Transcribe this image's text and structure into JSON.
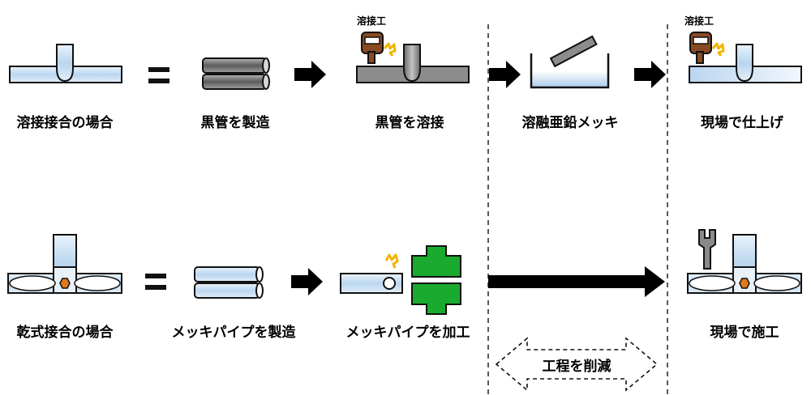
{
  "row1": {
    "labels": {
      "welded_joint": "溶接接合の場合",
      "make_black_pipe": "黒管を製造",
      "weld_black_pipe": "黒管を溶接",
      "hot_dip_galvanize": "溶融亜鉛メッキ",
      "finish_on_site": "現場で仕上げ"
    },
    "welder_tag": "溶接工"
  },
  "row2": {
    "labels": {
      "dry_joint": "乾式接合の場合",
      "make_plated_pipe": "メッキパイプを製造",
      "process_plated_pipe": "メッキパイプを加工",
      "construct_on_site": "現場で施工"
    }
  },
  "reduction_label": "工程を削減",
  "colors": {
    "pipe_light_blue": "#cfe3f5",
    "black_pipe_gray": "#8c8c8c",
    "arrow": "#000000",
    "welder_brown": "#8a4a22",
    "spark_yellow": "#f2b400",
    "fitting_green": "#1aaa2e",
    "nut_orange": "#e07a1f",
    "wrench_gray": "#8a8a8a"
  }
}
